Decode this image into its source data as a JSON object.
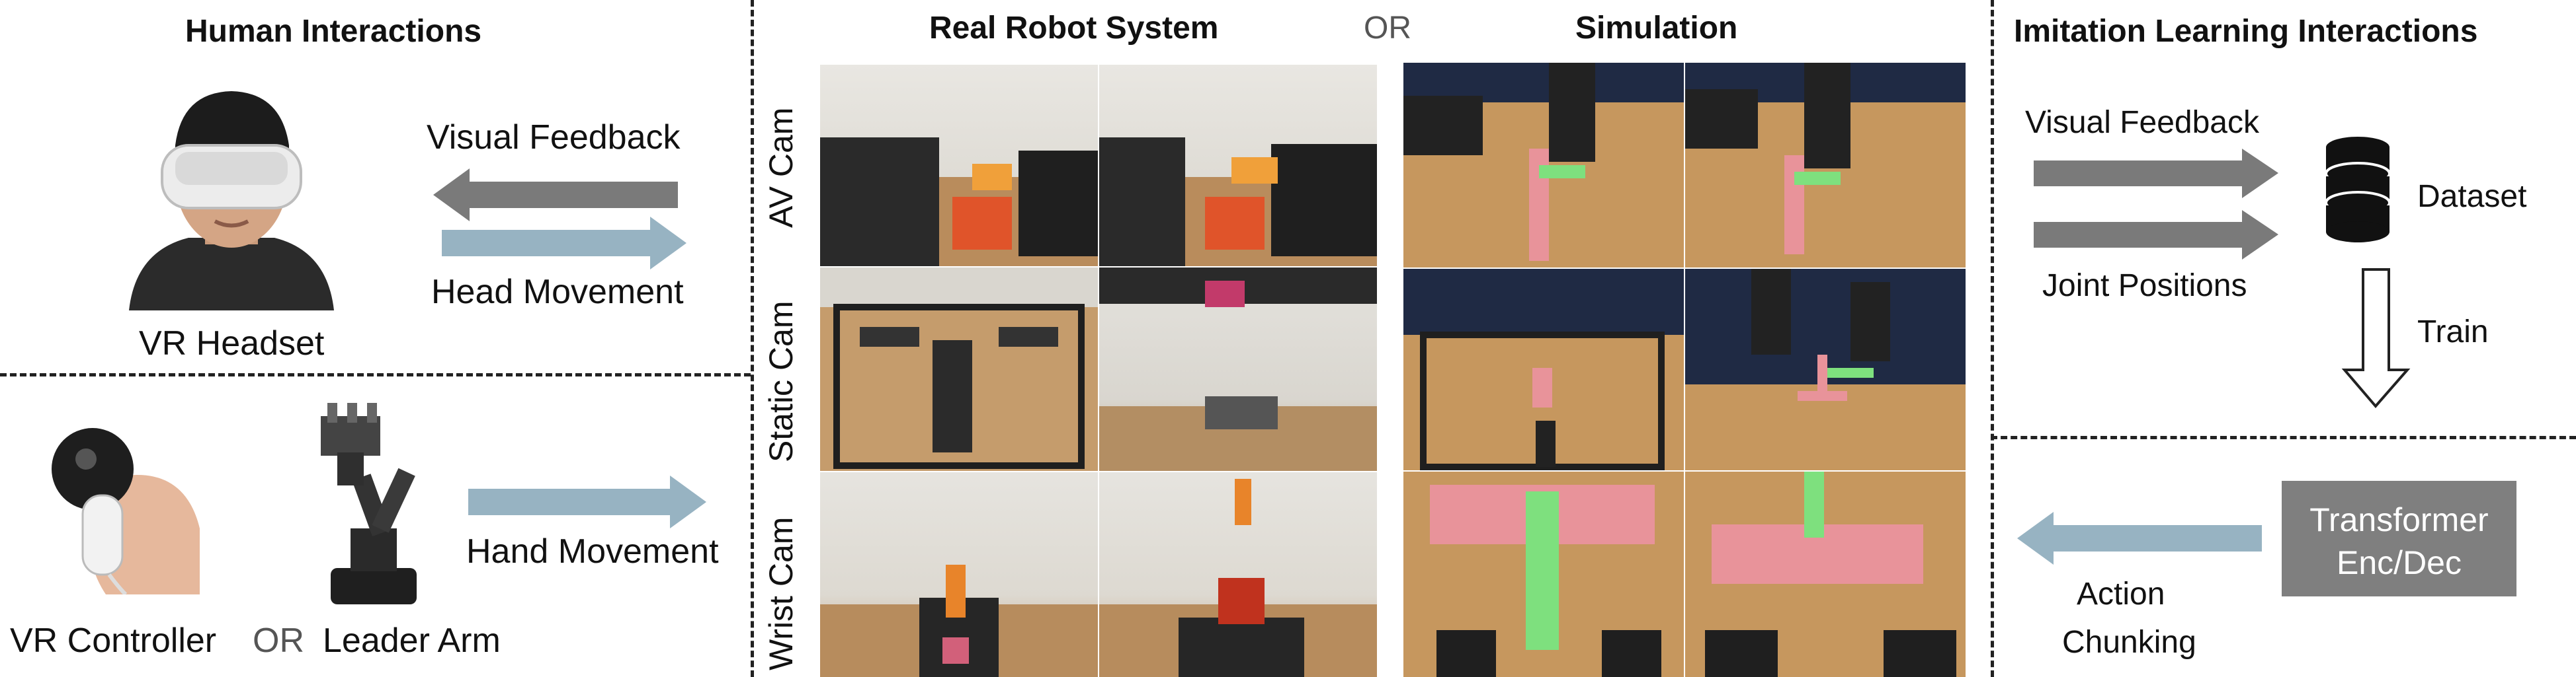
{
  "human": {
    "title": "Human Interactions",
    "visual_feedback": "Visual Feedback",
    "head_movement": "Head Movement",
    "vr_headset": "VR Headset",
    "hand_movement": "Hand Movement",
    "vr_controller": "VR Controller",
    "or": "OR",
    "leader_arm": "Leader Arm"
  },
  "middle": {
    "real_title": "Real Robot System",
    "or": "OR",
    "sim_title": "Simulation",
    "rows": [
      "AV Cam",
      "Static Cam",
      "Wrist Cam"
    ]
  },
  "imitation": {
    "title": "Imitation Learning Interactions",
    "visual_feedback": "Visual Feedback",
    "joint_positions": "Joint Positions",
    "dataset": "Dataset",
    "train": "Train",
    "model_line1": "Transformer",
    "model_line2": "Enc/Dec",
    "action_line1": "Action",
    "action_line2": "Chunking"
  },
  "colors": {
    "arrow_gray": "#7a7a7a",
    "arrow_blue": "#97b3c2",
    "model_box": "#7f7f7f"
  }
}
